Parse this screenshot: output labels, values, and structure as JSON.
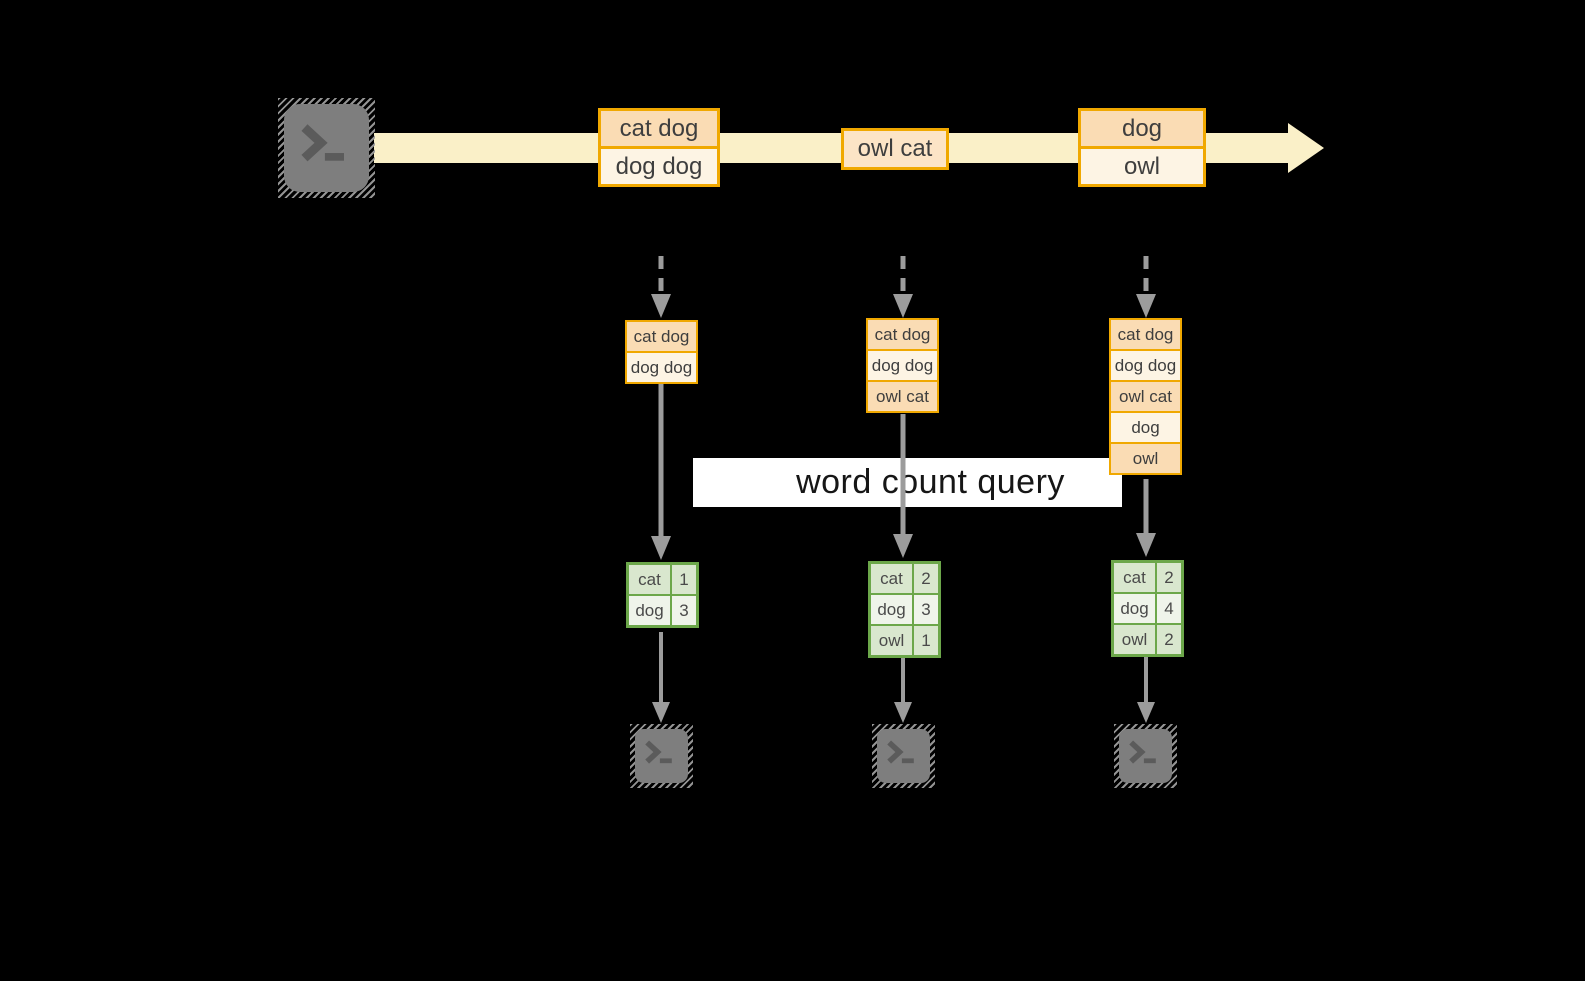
{
  "diagram": {
    "query_label": "word count query",
    "colors": {
      "background": "#000000",
      "stream_fill": "#FAF0C8",
      "record_border": "#F0A800",
      "record_fill_dark": "#FADCB4",
      "record_fill_light": "#FDF4E4",
      "table_border": "#6CA74A",
      "table_cell_dark": "#D9E7CE",
      "table_cell_light": "#EFF4EA",
      "arrow_gray": "#9C9C9C",
      "terminal_gray": "#7E7E7E"
    },
    "stream_batches": [
      {
        "rows": [
          "cat dog",
          "dog dog"
        ]
      },
      {
        "rows": [
          "owl cat"
        ]
      },
      {
        "rows": [
          "dog",
          "owl"
        ]
      }
    ],
    "state_buffers": [
      {
        "rows": [
          "cat dog",
          "dog dog"
        ]
      },
      {
        "rows": [
          "cat dog",
          "dog dog",
          "owl cat"
        ]
      },
      {
        "rows": [
          "cat dog",
          "dog dog",
          "owl cat",
          "dog",
          "owl"
        ]
      }
    ],
    "word_counts": [
      {
        "rows": [
          {
            "word": "cat",
            "count": "1"
          },
          {
            "word": "dog",
            "count": "3"
          }
        ]
      },
      {
        "rows": [
          {
            "word": "cat",
            "count": "2"
          },
          {
            "word": "dog",
            "count": "3"
          },
          {
            "word": "owl",
            "count": "1"
          }
        ]
      },
      {
        "rows": [
          {
            "word": "cat",
            "count": "2"
          },
          {
            "word": "dog",
            "count": "4"
          },
          {
            "word": "owl",
            "count": "2"
          }
        ]
      }
    ]
  }
}
